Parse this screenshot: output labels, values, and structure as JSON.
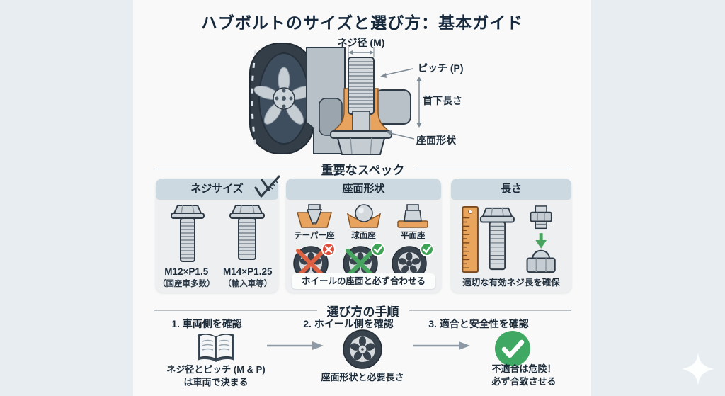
{
  "title": "ハブボルトのサイズと選び方：基本ガイド",
  "anatomy": {
    "thread_diameter": "ネジ径 (M)",
    "pitch": "ピッチ (P)",
    "under_head_length": "首下長さ",
    "seat_shape": "座面形状"
  },
  "specs": {
    "heading": "重要なスペック",
    "thread_size": {
      "title": "ネジサイズ",
      "icon": "caliper-icon",
      "options": [
        {
          "size": "M12×P1.5",
          "note": "（国産車多数）"
        },
        {
          "size": "M14×P1.25",
          "note": "（輸入車等）"
        }
      ]
    },
    "seat": {
      "title": "座面形状",
      "types": [
        {
          "label": "テーパー座",
          "status": "crossed-out-red-x-badge"
        },
        {
          "label": "球面座",
          "status": "crossed-out-green-check-badge"
        },
        {
          "label": "平面座",
          "status": "green-check-badge"
        }
      ],
      "caption": "ホイールの座面と必ず合わせる"
    },
    "length": {
      "title": "長さ",
      "caption": "適切な有効ネジ長を確保"
    }
  },
  "steps": {
    "heading": "選び方の手順",
    "items": [
      {
        "heading": "1. 車両側を確認",
        "icon": "book-icon",
        "caption_line1": "ネジ径とピッチ (M & P)",
        "caption_line2": "は車両で決まる"
      },
      {
        "heading": "2. ホイール側を確認",
        "icon": "wheel-icon",
        "caption_line1": "座面形状と必要長さ",
        "caption_line2": ""
      },
      {
        "heading": "3. 適合と安全性を確認",
        "icon": "check-icon",
        "caption_line1": "不適合は危険！",
        "caption_line2": "必ず合致させる"
      }
    ]
  },
  "colors": {
    "background": "#e7edf0",
    "card": "#f8f9f8",
    "panel_body": "#edeff1",
    "panel_header": "#ccd9e1",
    "accent_orange": "#e8a35f",
    "green": "#3fa356",
    "red": "#e14b38",
    "steel_gray": "#cfd6db",
    "text_dark": "#1d2c3a"
  }
}
